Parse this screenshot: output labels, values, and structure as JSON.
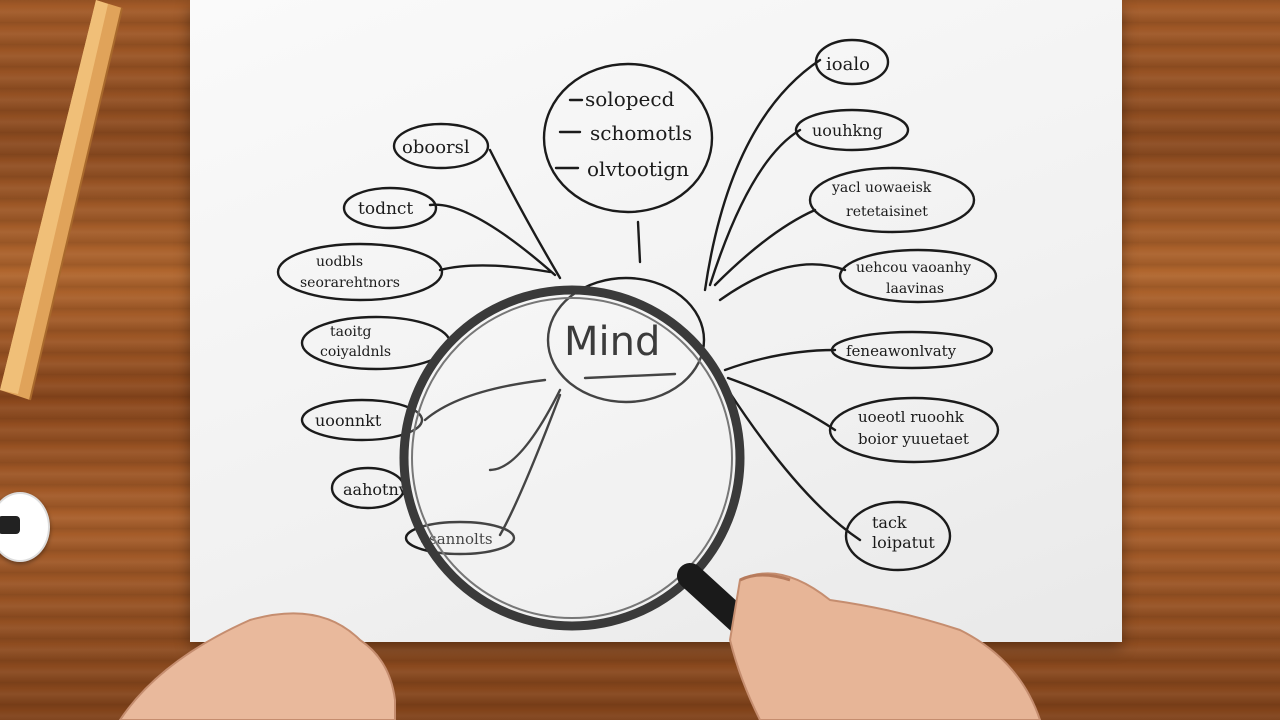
{
  "mind_map": {
    "center_word": "Mind",
    "top_bubble_lines": [
      "solopecd",
      "schomotls",
      "olvtootign"
    ],
    "left_branches": [
      "oboorsl",
      "todnct",
      "uodbls",
      "seorarehtnors",
      "taoitg",
      "coiyaldnls",
      "uoonnkt",
      "aahotnv",
      "osannolts"
    ],
    "right_branches": [
      "ioalo",
      "uouhkng",
      "yacl uowaeisk",
      "retetaisinet",
      "uehcou vaoanhy",
      "laavinas",
      "feneawonlvaty",
      "uoeotl ruoohk",
      "boior yuuetaet",
      "tack",
      "loipatut"
    ]
  },
  "objects": {
    "magnifier": "magnifying-glass",
    "pencil": "pencil",
    "hands": "hands"
  }
}
